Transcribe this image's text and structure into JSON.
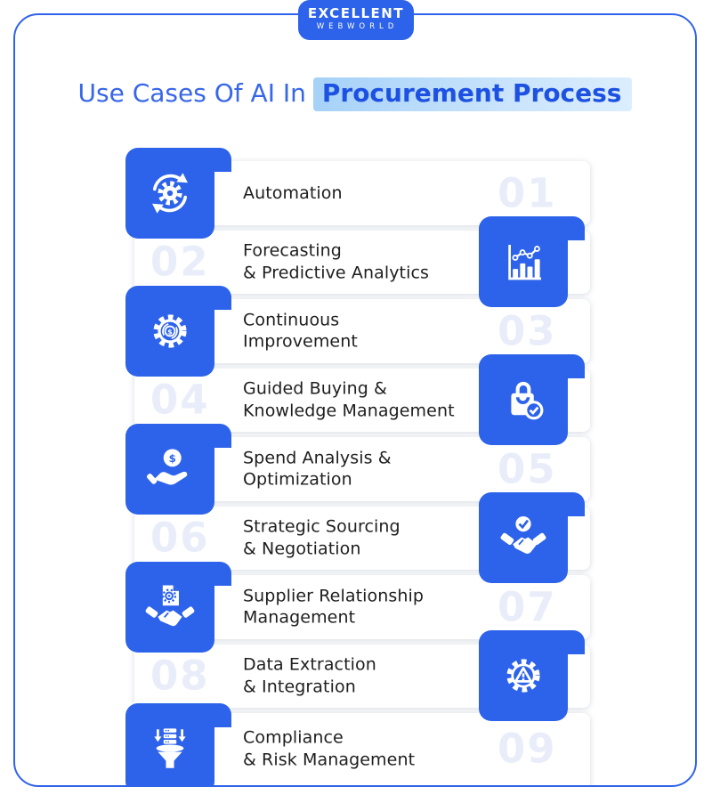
{
  "logo": {
    "line1": "EXCELLENT",
    "line2": "WEBWORLD"
  },
  "title": {
    "prefix": "Use Cases Of AI In",
    "highlight": "Procurement Process"
  },
  "rows": [
    {
      "number": "01",
      "label": "Automation",
      "icon": "sync-gear-icon"
    },
    {
      "number": "02",
      "label": "Forecasting\n& Predictive Analytics",
      "icon": "bar-chart-trend-icon"
    },
    {
      "number": "03",
      "label": "Continuous\nImprovement",
      "icon": "gear-dollar-icon"
    },
    {
      "number": "04",
      "label": "Guided Buying &\nKnowledge Management",
      "icon": "shopping-bag-check-icon"
    },
    {
      "number": "05",
      "label": "Spend Analysis &\nOptimization",
      "icon": "hand-coin-icon"
    },
    {
      "number": "06",
      "label": "Strategic Sourcing\n& Negotiation",
      "icon": "handshake-check-icon"
    },
    {
      "number": "07",
      "label": "Supplier Relationship\nManagement",
      "icon": "document-gear-handshake-icon"
    },
    {
      "number": "08",
      "label": "Data Extraction\n& Integration",
      "icon": "gear-warning-icon"
    },
    {
      "number": "09",
      "label": "Compliance\n& Risk Management",
      "icon": "data-funnel-icon"
    }
  ],
  "theme": {
    "accent_blue": "#2d63ea",
    "frame_border_blue": "#2f63ea",
    "title_prefix_blue": "#3766e8",
    "title_highlight_text": "#1d51e2",
    "title_highlight_bg": "#a5d1f8",
    "watermark_number": "#e9edfa",
    "label_text": "#1e1e1e",
    "background": "#ffffff"
  }
}
